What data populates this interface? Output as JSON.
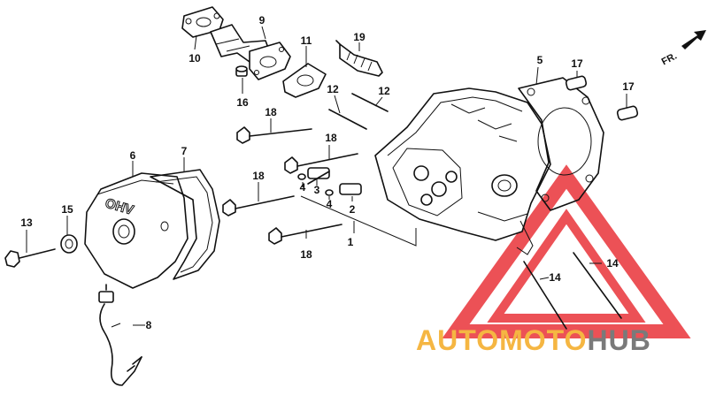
{
  "direction_label": "FR.",
  "cover_emboss": "OHV",
  "watermark": {
    "part1": "AUTO",
    "part2": "MOTO",
    "part3": "HUB",
    "color_light": "#f5b642",
    "color_dark": "#7a7a7a",
    "triangle_color": "#e8262c"
  },
  "callouts": {
    "c1": "1",
    "c2": "2",
    "c3": "3",
    "c4a": "4",
    "c4b": "4",
    "c5": "5",
    "c6": "6",
    "c7": "7",
    "c8": "8",
    "c9": "9",
    "c10": "10",
    "c11": "11",
    "c12a": "12",
    "c12b": "12",
    "c13": "13",
    "c14a": "14",
    "c14b": "14",
    "c15": "15",
    "c16": "16",
    "c17a": "17",
    "c17b": "17",
    "c18a": "18",
    "c18b": "18",
    "c18c": "18",
    "c18d": "18",
    "c19": "19"
  }
}
